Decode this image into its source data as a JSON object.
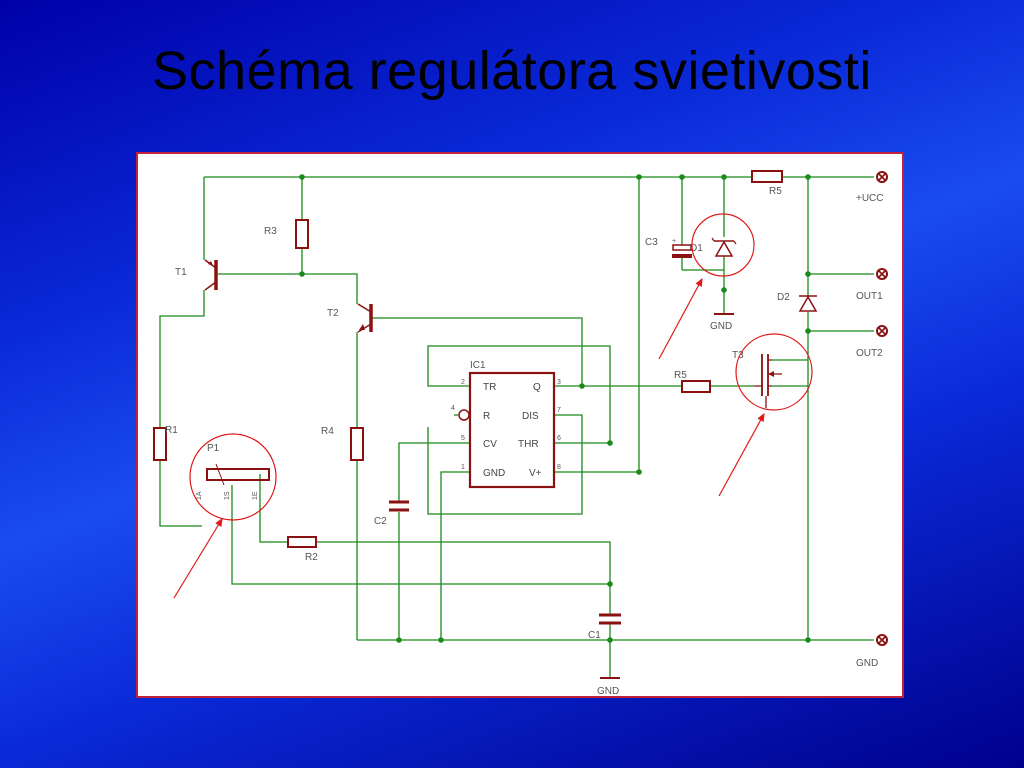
{
  "slide": {
    "title": "Schéma regulátora svietivosti"
  },
  "schematic": {
    "components": {
      "r1": "R1",
      "r2": "R2",
      "r3": "R3",
      "r4": "R4",
      "r5_top": "R5",
      "r5_mid": "R5",
      "t1": "T1",
      "t2": "T2",
      "t3": "T3",
      "c1": "C1",
      "c2": "C2",
      "c3": "C3",
      "d1": "D1",
      "d2": "D2",
      "p1": "P1",
      "ic1": "IC1"
    },
    "p1_pins": {
      "pin_a": "1A",
      "pin_s": "1S",
      "pin_e": "1E"
    },
    "ic1_pins": {
      "tr": "TR",
      "r": "R",
      "cv": "CV",
      "gnd": "GND",
      "q": "Q",
      "dis": "DIS",
      "thr": "THR",
      "vplus": "V+"
    },
    "ic1_pin_numbers": {
      "p2": "2",
      "p4": "4",
      "p5": "5",
      "p1": "1",
      "p3": "3",
      "p7": "7",
      "p6": "6",
      "p8": "8"
    },
    "c3_polarity": "+",
    "terminals": {
      "vcc": "+UCC",
      "out1": "OUT1",
      "out2": "OUT2",
      "gnd": "GND"
    },
    "ground_labels": {
      "d1_gnd": "GND",
      "c1_gnd": "GND"
    }
  }
}
